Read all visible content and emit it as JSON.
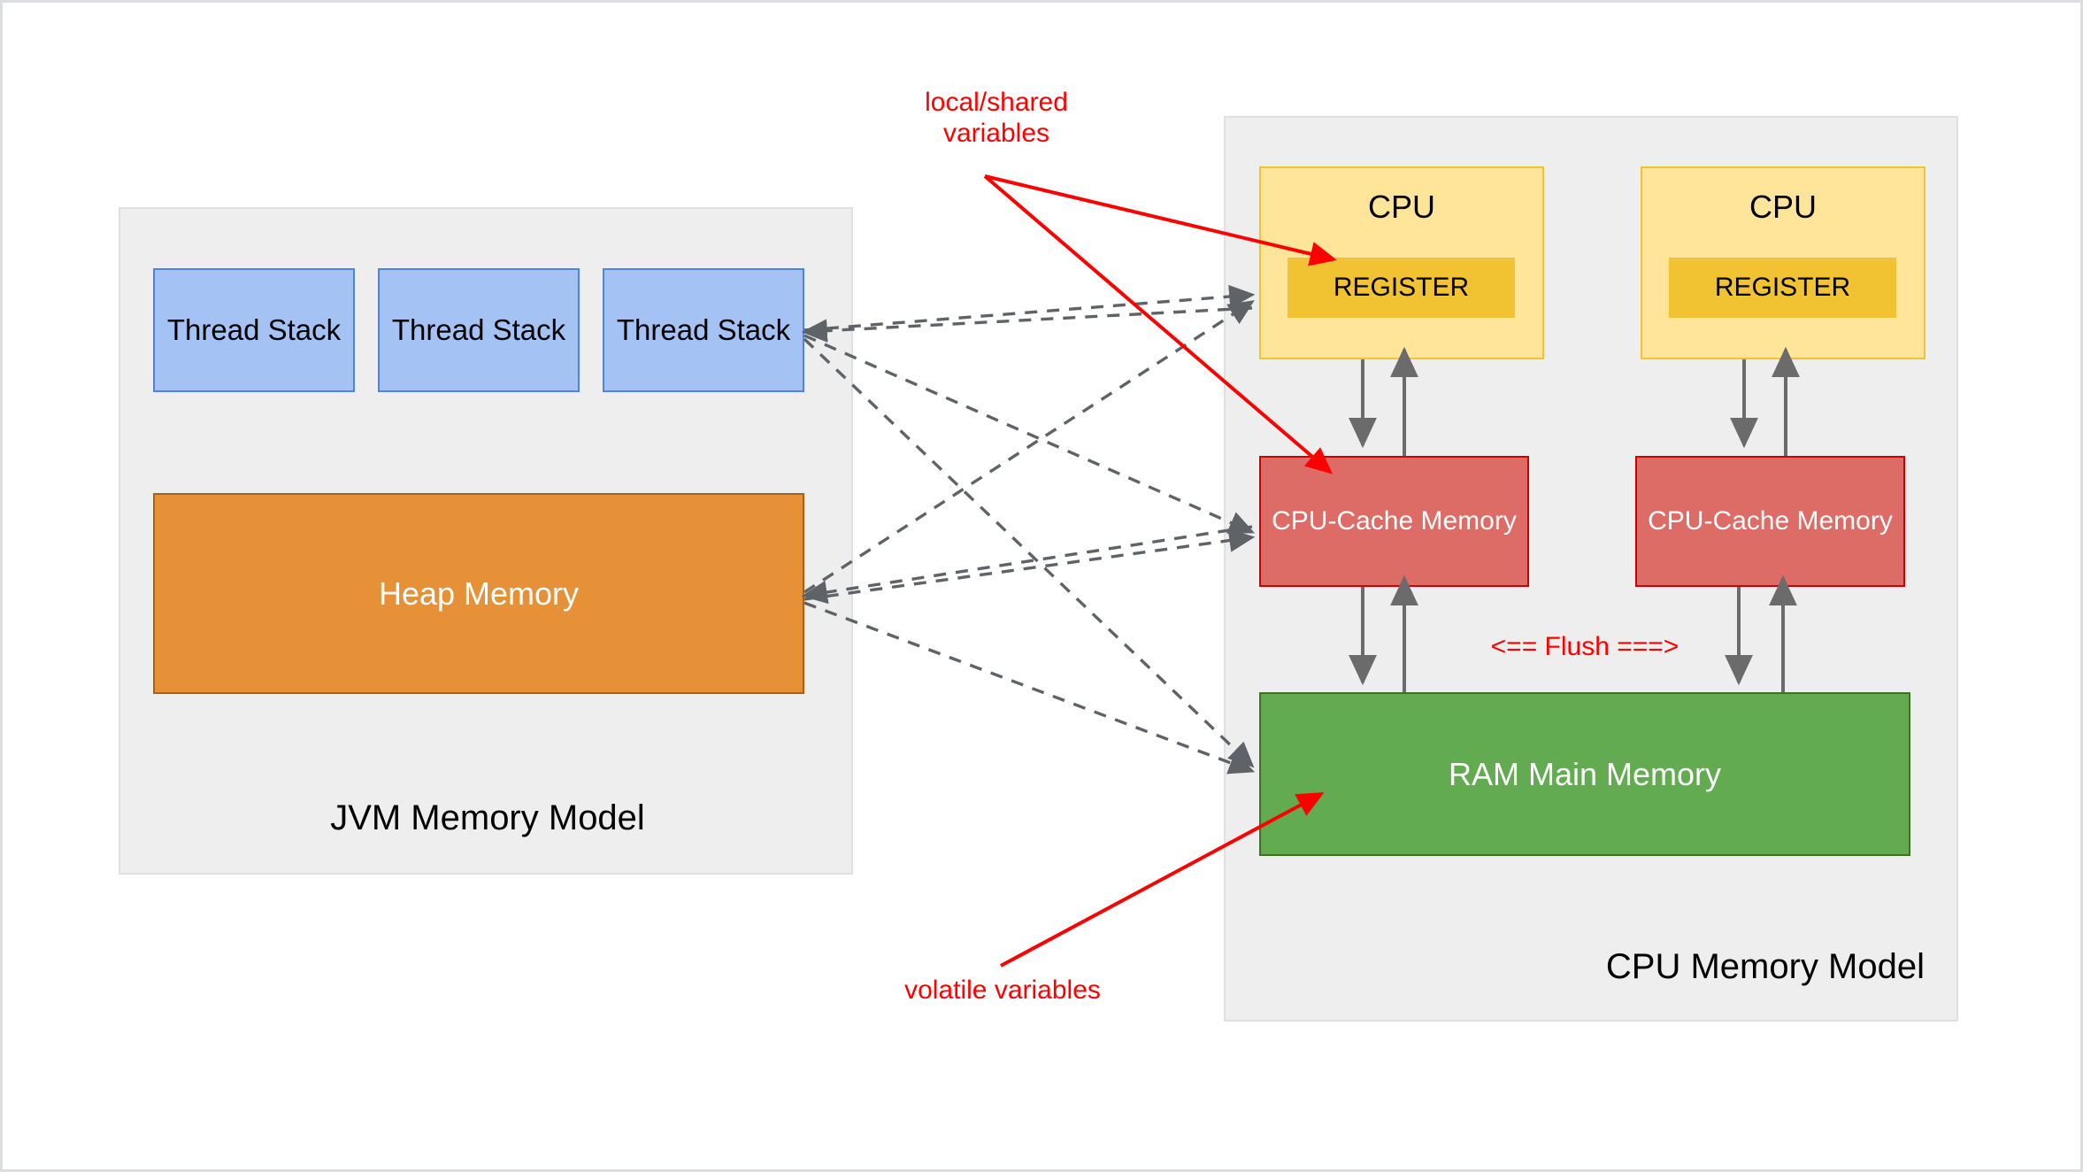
{
  "diagram": {
    "title": "JVM Memory Model and CPU Memory Model",
    "colors": {
      "panel_bg": "#eeeeee",
      "thread_stack_fill": "#a4c2f4",
      "thread_stack_stroke": "#4a86e8",
      "heap_fill": "#e69138",
      "heap_stroke": "#b45f06",
      "cpu_fill": "#ffe599",
      "cpu_stroke": "#f1c232",
      "register_fill": "#f1c232",
      "cache_fill": "#dd6b66",
      "cache_stroke": "#cc0000",
      "ram_fill": "#63ab51",
      "ram_stroke": "#38761d",
      "annotation": "#ff0000",
      "connector": "#666666"
    }
  },
  "jvm_panel": {
    "title": "JVM Memory Model",
    "thread_stacks": [
      {
        "label": "Thread\nStack"
      },
      {
        "label": "Thread\nStack"
      },
      {
        "label": "Thread\nStack"
      }
    ],
    "heap": {
      "label": "Heap Memory"
    }
  },
  "cpu_panel": {
    "title": "CPU Memory Model",
    "cpus": [
      {
        "label": "CPU",
        "register": {
          "label": "REGISTER"
        },
        "cache": {
          "label": "CPU-Cache\nMemory"
        }
      },
      {
        "label": "CPU",
        "register": {
          "label": "REGISTER"
        },
        "cache": {
          "label": "CPU-Cache\nMemory"
        }
      }
    ],
    "ram": {
      "label": "RAM Main Memory"
    },
    "flush_label": "<== Flush ===>"
  },
  "annotations": [
    {
      "id": "local-shared",
      "text": "local/shared\nvariables"
    },
    {
      "id": "volatile",
      "text": "volatile variables"
    }
  ]
}
